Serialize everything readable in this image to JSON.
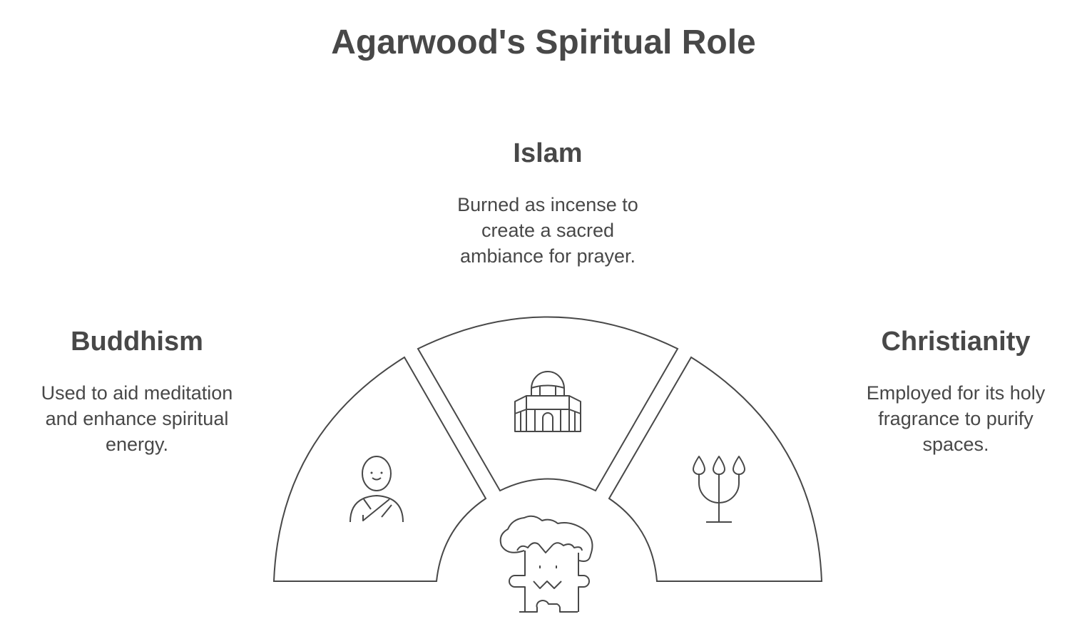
{
  "title": "Agarwood's Spiritual Role",
  "sections": {
    "islam": {
      "heading": "Islam",
      "lines": [
        "Burned as incense to",
        "create a sacred",
        "ambiance for prayer."
      ],
      "icon": "mosque-icon"
    },
    "buddhism": {
      "heading": "Buddhism",
      "lines": [
        "Used to aid meditation",
        "and enhance spiritual",
        "energy."
      ],
      "icon": "monk-icon"
    },
    "christianity": {
      "heading": "Christianity",
      "lines": [
        "Employed for its holy",
        "fragrance to purify",
        "spaces."
      ],
      "icon": "candelabra-icon"
    }
  },
  "center": {
    "icon": "agarwood-tree-icon"
  },
  "colors": {
    "stroke": "#484848",
    "text": "#484848",
    "background": "#ffffff"
  }
}
